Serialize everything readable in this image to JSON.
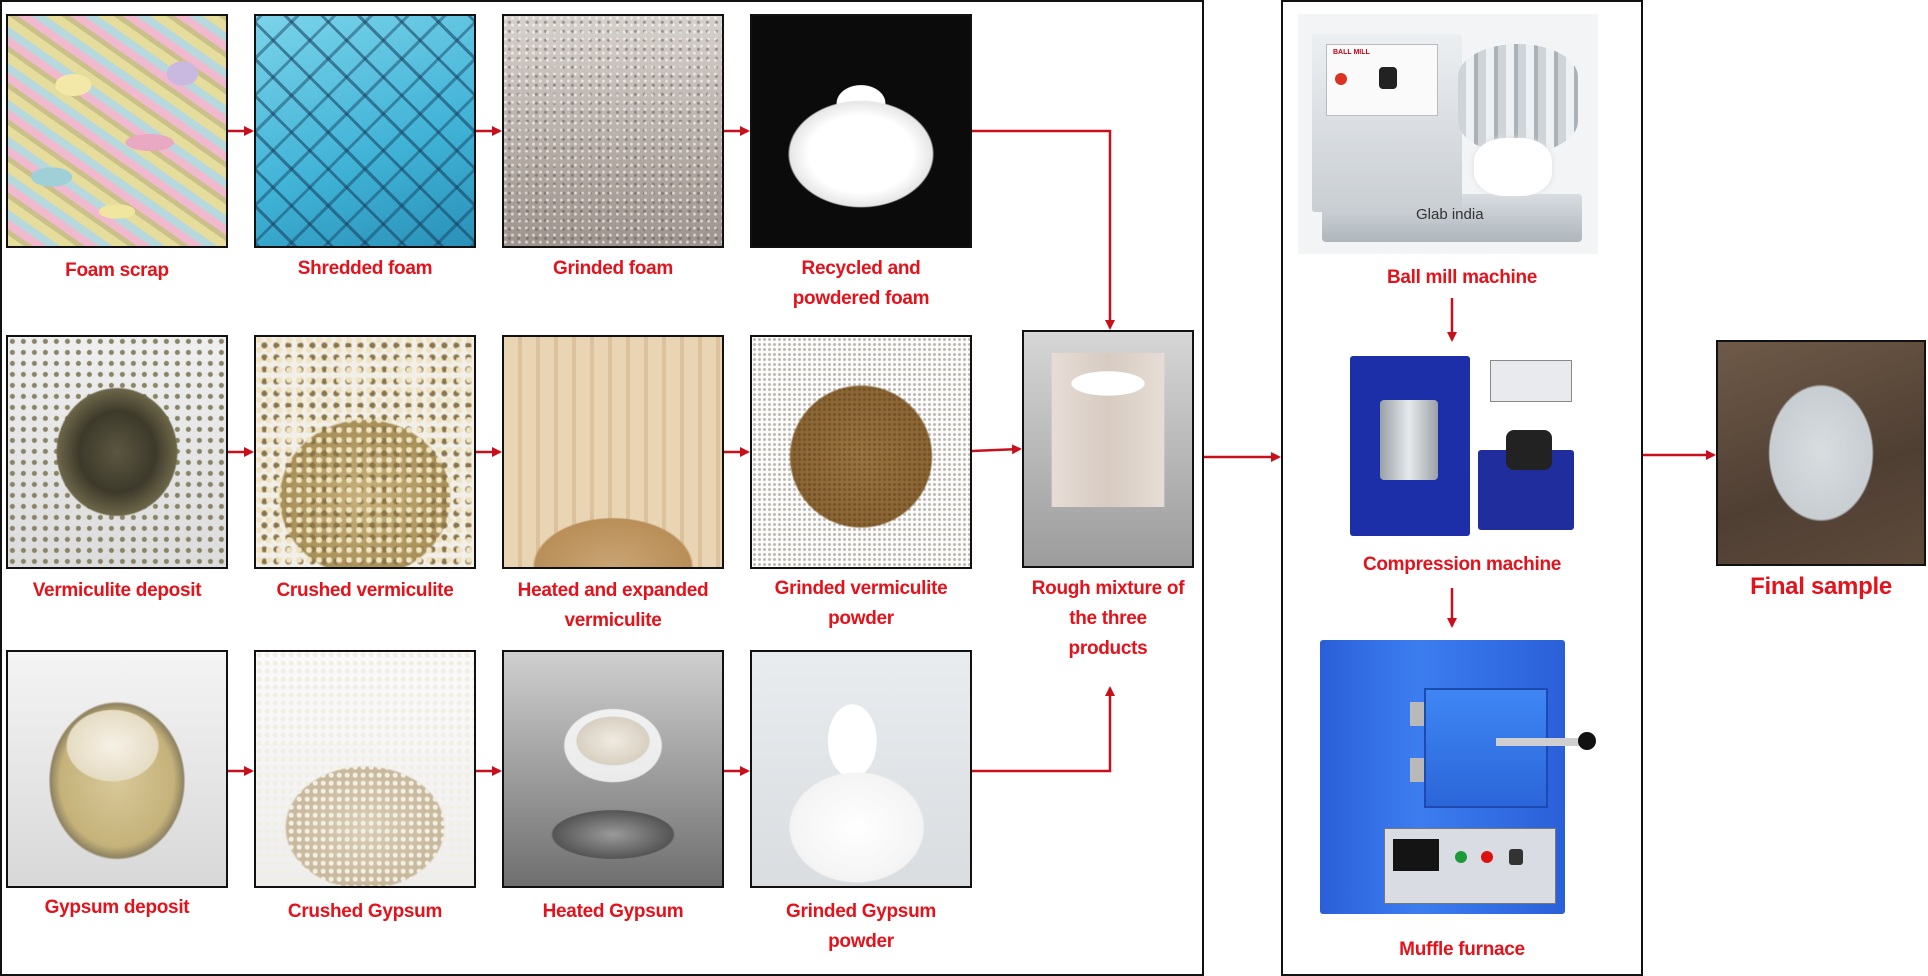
{
  "colors": {
    "arrow": "#c8101c",
    "caption": "#e3121b",
    "border": "#111111"
  },
  "rows": {
    "foam": {
      "step1": "Foam scrap",
      "step2": "Shredded foam",
      "step3": "Grinded foam",
      "step4_line1": "Recycled and",
      "step4_line2": "powdered foam"
    },
    "vermiculite": {
      "step1": "Vermiculite deposit",
      "step2": "Crushed vermiculite",
      "step3_line1": "Heated and expanded",
      "step3_line2": "vermiculite",
      "step4_line1": "Grinded vermiculite",
      "step4_line2": "powder"
    },
    "gypsum": {
      "step1": "Gypsum deposit",
      "step2": "Crushed Gypsum",
      "step3": "Heated Gypsum",
      "step4_line1": "Grinded Gypsum",
      "step4_line2": "powder"
    }
  },
  "mixture": {
    "line1": "Rough mixture of",
    "line2": "the three",
    "line3": "products"
  },
  "machines": {
    "ball_mill": "Ball mill machine",
    "ball_mill_sign": "BALL MILL",
    "ball_mill_brand": "Glab india",
    "compression": "Compression machine",
    "muffle": "Muffle furnace"
  },
  "final": "Final sample"
}
